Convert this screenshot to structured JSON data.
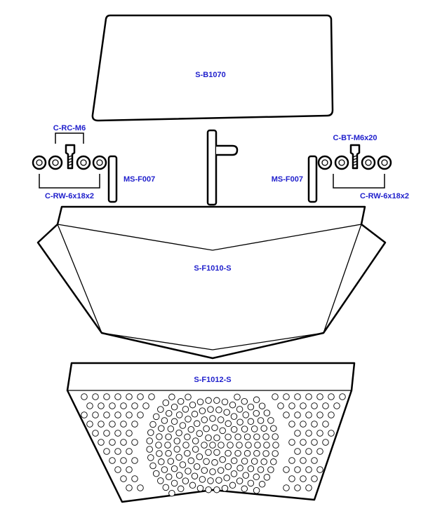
{
  "colors": {
    "label": "#1e1ecc",
    "line": "#000000",
    "background": "#ffffff"
  },
  "labels": {
    "backplate": "S-B1070",
    "rc_left": "C-RC-M6",
    "rw_left": "C-RW-6x18x2",
    "ms_left": "MS-F007",
    "bt_right": "C-BT-M6x20",
    "ms_right": "MS-F007",
    "rw_right": "C-RW-6x18x2",
    "front_frame": "S-F1010-S",
    "front_grille": "S-F1012-S"
  }
}
